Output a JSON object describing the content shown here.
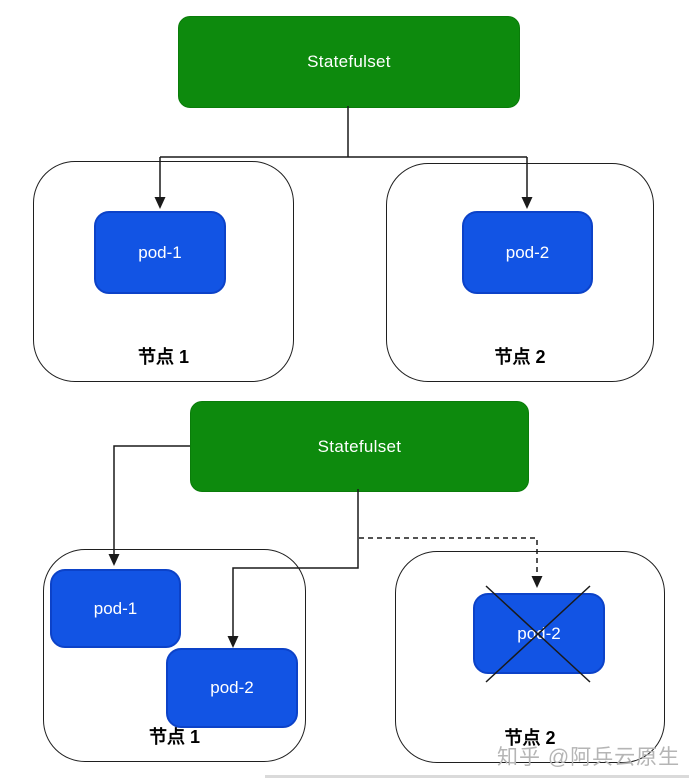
{
  "colors": {
    "statefulset_green": "#0d8a0d",
    "pod_blue": "#1254e4",
    "pod_blue_border": "#0c42c8",
    "red_x": "#c40b1b",
    "edge_line": "#1a1a1a",
    "node_border": "#1f1f1f",
    "watermark_gray": "#b5b5b5",
    "divider_gray": "#dadada"
  },
  "scene_top": {
    "controller": "Statefulset",
    "node1": {
      "label": "节点 1",
      "pod": "pod-1"
    },
    "node2": {
      "label": "节点 2",
      "pod": "pod-2"
    }
  },
  "scene_bottom": {
    "controller": "Statefulset",
    "node1": {
      "label": "节点 1",
      "pod1": "pod-1",
      "pod2": "pod-2"
    },
    "node2": {
      "label": "节点 2",
      "pod": "pod-2",
      "pod_status": "crossed-out"
    }
  },
  "watermark": "知乎 @阿兵云原生"
}
